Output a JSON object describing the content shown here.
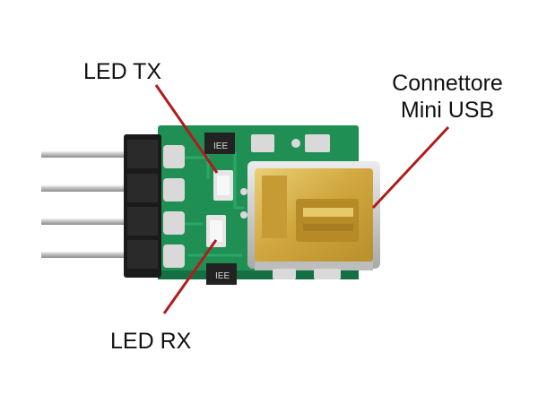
{
  "labels": {
    "led_tx": "LED TX",
    "led_rx": "LED RX",
    "usb_line1": "Connettore",
    "usb_line2": "Mini USB"
  },
  "chip_marking": "IEE",
  "colors": {
    "pcb_green": "#1f8f54",
    "pcb_green_dark": "#147043",
    "header_black": "#1a1a1a",
    "pin_silver": "#c8c8c8",
    "usb_gold": "#d7b24a",
    "usb_shell": "#c9c9c9",
    "callout_red": "#b01c1c",
    "pad_silver": "#d9d9d9"
  }
}
